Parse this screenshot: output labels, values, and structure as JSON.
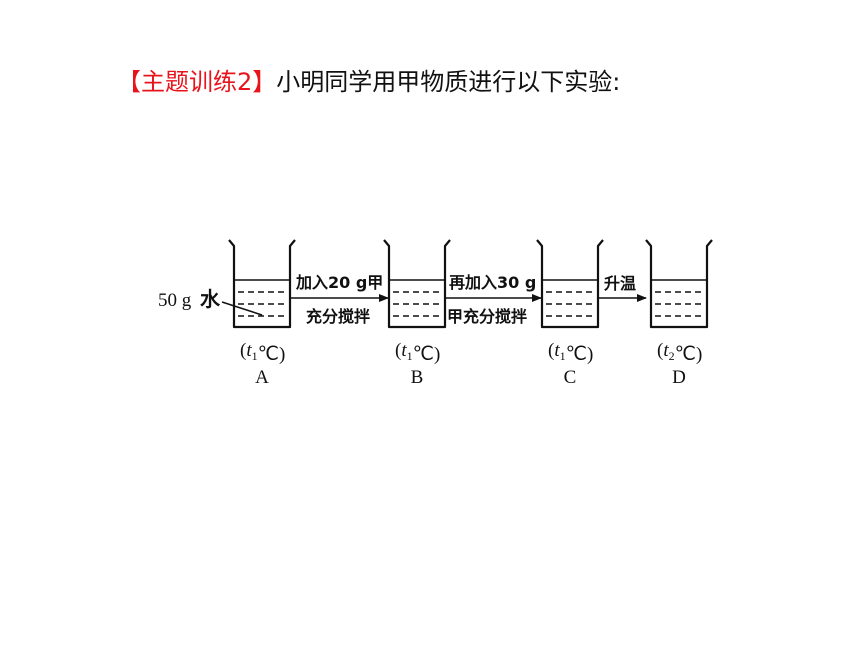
{
  "heading": {
    "tag": "【主题训练2】",
    "text": "小明同学用甲物质进行以下实验:"
  },
  "diagram": {
    "water_label": {
      "amount": "50 g",
      "substance": "水"
    },
    "beakers": [
      {
        "temp_open": "(",
        "temp_var": "t",
        "temp_sub": "1",
        "temp_close": "℃)",
        "letter": "A"
      },
      {
        "temp_open": "(",
        "temp_var": "t",
        "temp_sub": "1",
        "temp_close": "℃)",
        "letter": "B"
      },
      {
        "temp_open": "(",
        "temp_var": "t",
        "temp_sub": "1",
        "temp_close": "℃)",
        "letter": "C"
      },
      {
        "temp_open": "(",
        "temp_var": "t",
        "temp_sub": "2",
        "temp_close": "℃)",
        "letter": "D"
      }
    ],
    "steps": [
      {
        "line1": "加入20 g甲",
        "line2": "充分搅拌"
      },
      {
        "line1": "再加入30 g",
        "line2": "甲充分搅拌"
      },
      {
        "line1": "升温",
        "line2": ""
      }
    ]
  }
}
